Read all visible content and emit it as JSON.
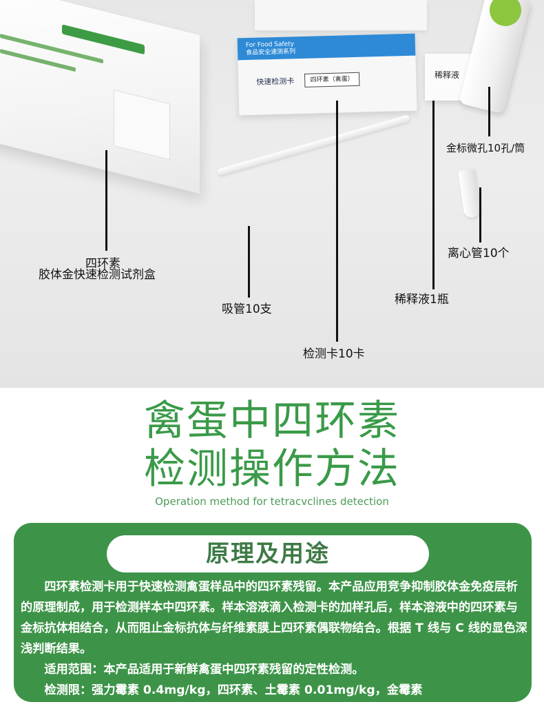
{
  "photo": {
    "callouts": {
      "kit_box_line1": "四环素",
      "kit_box_line2": "胶体金快速检测试剂盒",
      "pipette": "吸管10支",
      "test_card": "检测卡10卡",
      "dilution": "稀释液1瓶",
      "centrifuge": "离心管10个",
      "microwell": "金标微孔10孔/筒"
    },
    "package_text": {
      "food_safety": "For Food Safety",
      "series": "食品安全速测系列",
      "card_title": "快速检测卡",
      "card_item": "四环素（禽蛋）",
      "dilution_label": "稀释液"
    }
  },
  "heading": {
    "title_line1": "禽蛋中四环素",
    "title_line2": "检测操作方法",
    "subtitle": "Operation method for tetracvclines detection"
  },
  "panel": {
    "pill_title": "原理及用途",
    "paragraph1": "四环素检测卡用于快速检测禽蛋样品中的四环素残留。本产品应用竞争抑制胶体金免疫层析的原理制成，用于检测样本中四环素。样本溶液滴入检测卡的加样孔后，样本溶液中的四环素与金标抗体相结合，从而阻止金标抗体与纤维素膜上四环素偶联物结合。根据 T 线与 C 线的显色深浅判断结果。",
    "paragraph2": "适用范围：本产品适用于新鲜禽蛋中四环素残留的定性检测。",
    "paragraph3": "检测限：强力霉素 0.4mg/kg，四环素、土霉素 0.01mg/kg，金霉素"
  },
  "colors": {
    "brand_green": "#3a9a48",
    "panel_green": "#3d9448",
    "pill_text": "#3d7a46"
  }
}
